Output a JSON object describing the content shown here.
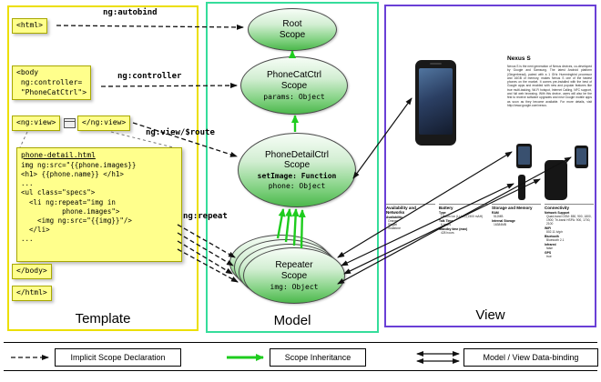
{
  "panels": {
    "template_label": "Template",
    "model_label": "Model",
    "view_label": "View"
  },
  "template": {
    "autobind_label": "ng:autobind",
    "controller_label": "ng:controller",
    "view_route_label": "ng:view/$route",
    "repeat_label": "ng:repeat",
    "html_open": "<html>",
    "html_close": "</html>",
    "body_open": "<body\n ng:controller=\n \"PhoneCatCtrl\">",
    "body_close": "</body>",
    "ngview_open": "<ng:view>",
    "ngview_close": "</ng:view>",
    "code_title": "phone-detail.html",
    "code_body": "img ng:src=\"{{phone.images}}\n<h1> {{phone.name}} </h1>\n...\n<ul class=\"specs\">\n  <li ng:repeat=\"img in\n          phone.images\">\n    <img ng:src=\"{{img}}\"/>\n  </li>\n..."
  },
  "model": {
    "root_scope": {
      "title": "Root\nScope"
    },
    "phonecat_scope": {
      "title": "PhoneCatCtrl\nScope",
      "prop1": "params: Object"
    },
    "phonedetail_scope": {
      "title": "PhoneDetailCtrl\nScope",
      "prop1": "setImage: Function",
      "prop2": "phone: Object"
    },
    "repeater_scope": {
      "title": "Repeater\nScope",
      "prop1": "img: Object"
    }
  },
  "view": {
    "phone_title": "Nexus S",
    "phone_description": "Nexus S is the next generation of Nexus devices, co-developed by Google and Samsung. The latest Android platform (Gingerbread), paired with a 1 GHz Hummingbird processor and 16GB of memory, makes Nexus S one of the fastest phones on the market. It comes pre-installed with the best of Google apps and enabled with new and popular features like true multi-tasking, Wi-Fi hotspot, Internet Calling, NFC support, and full web browsing. With this device, users will also be the first to receive software upgrades and new Google mobile apps as soon as they become available. For more details, visit http://www.google.com/nexus.",
    "specs": [
      {
        "header": "Availability and Networks",
        "rows": [
          {
            "label": "Availability",
            "value": ""
          },
          {
            "label": "",
            "value": "Orange"
          },
          {
            "label": "",
            "value": "Singtel"
          },
          {
            "label": "",
            "value": "Vodafone"
          }
        ]
      },
      {
        "header": "Battery",
        "rows": [
          {
            "label": "Type",
            "value": "Lithium Ion (Li-Ion) (1500 mAH)"
          },
          {
            "label": "Talk Time",
            "value": "6 hours"
          },
          {
            "label": "Standby time (max)",
            "value": "428 hours"
          }
        ]
      },
      {
        "header": "Storage and Memory",
        "rows": [
          {
            "label": "RAM",
            "value": "512MB"
          },
          {
            "label": "Internal Storage",
            "value": "16384MB"
          }
        ]
      },
      {
        "header": "Connectivity",
        "rows": [
          {
            "label": "Network Support",
            "value": "Quad-band GSM: 850, 900, 1800, 1900; Tri-band HSPA: 900, 1700, 2100"
          },
          {
            "label": "WiFi",
            "value": "802.11 b/g/n"
          },
          {
            "label": "Bluetooth",
            "value": "Bluetooth 2.1"
          },
          {
            "label": "Infrared",
            "value": "false"
          },
          {
            "label": "GPS",
            "value": "true"
          }
        ]
      }
    ]
  },
  "legend": {
    "implicit_label": "Implicit Scope Declaration",
    "inheritance_label": "Scope Inheritance",
    "binding_label": "Model / View Data-binding"
  }
}
